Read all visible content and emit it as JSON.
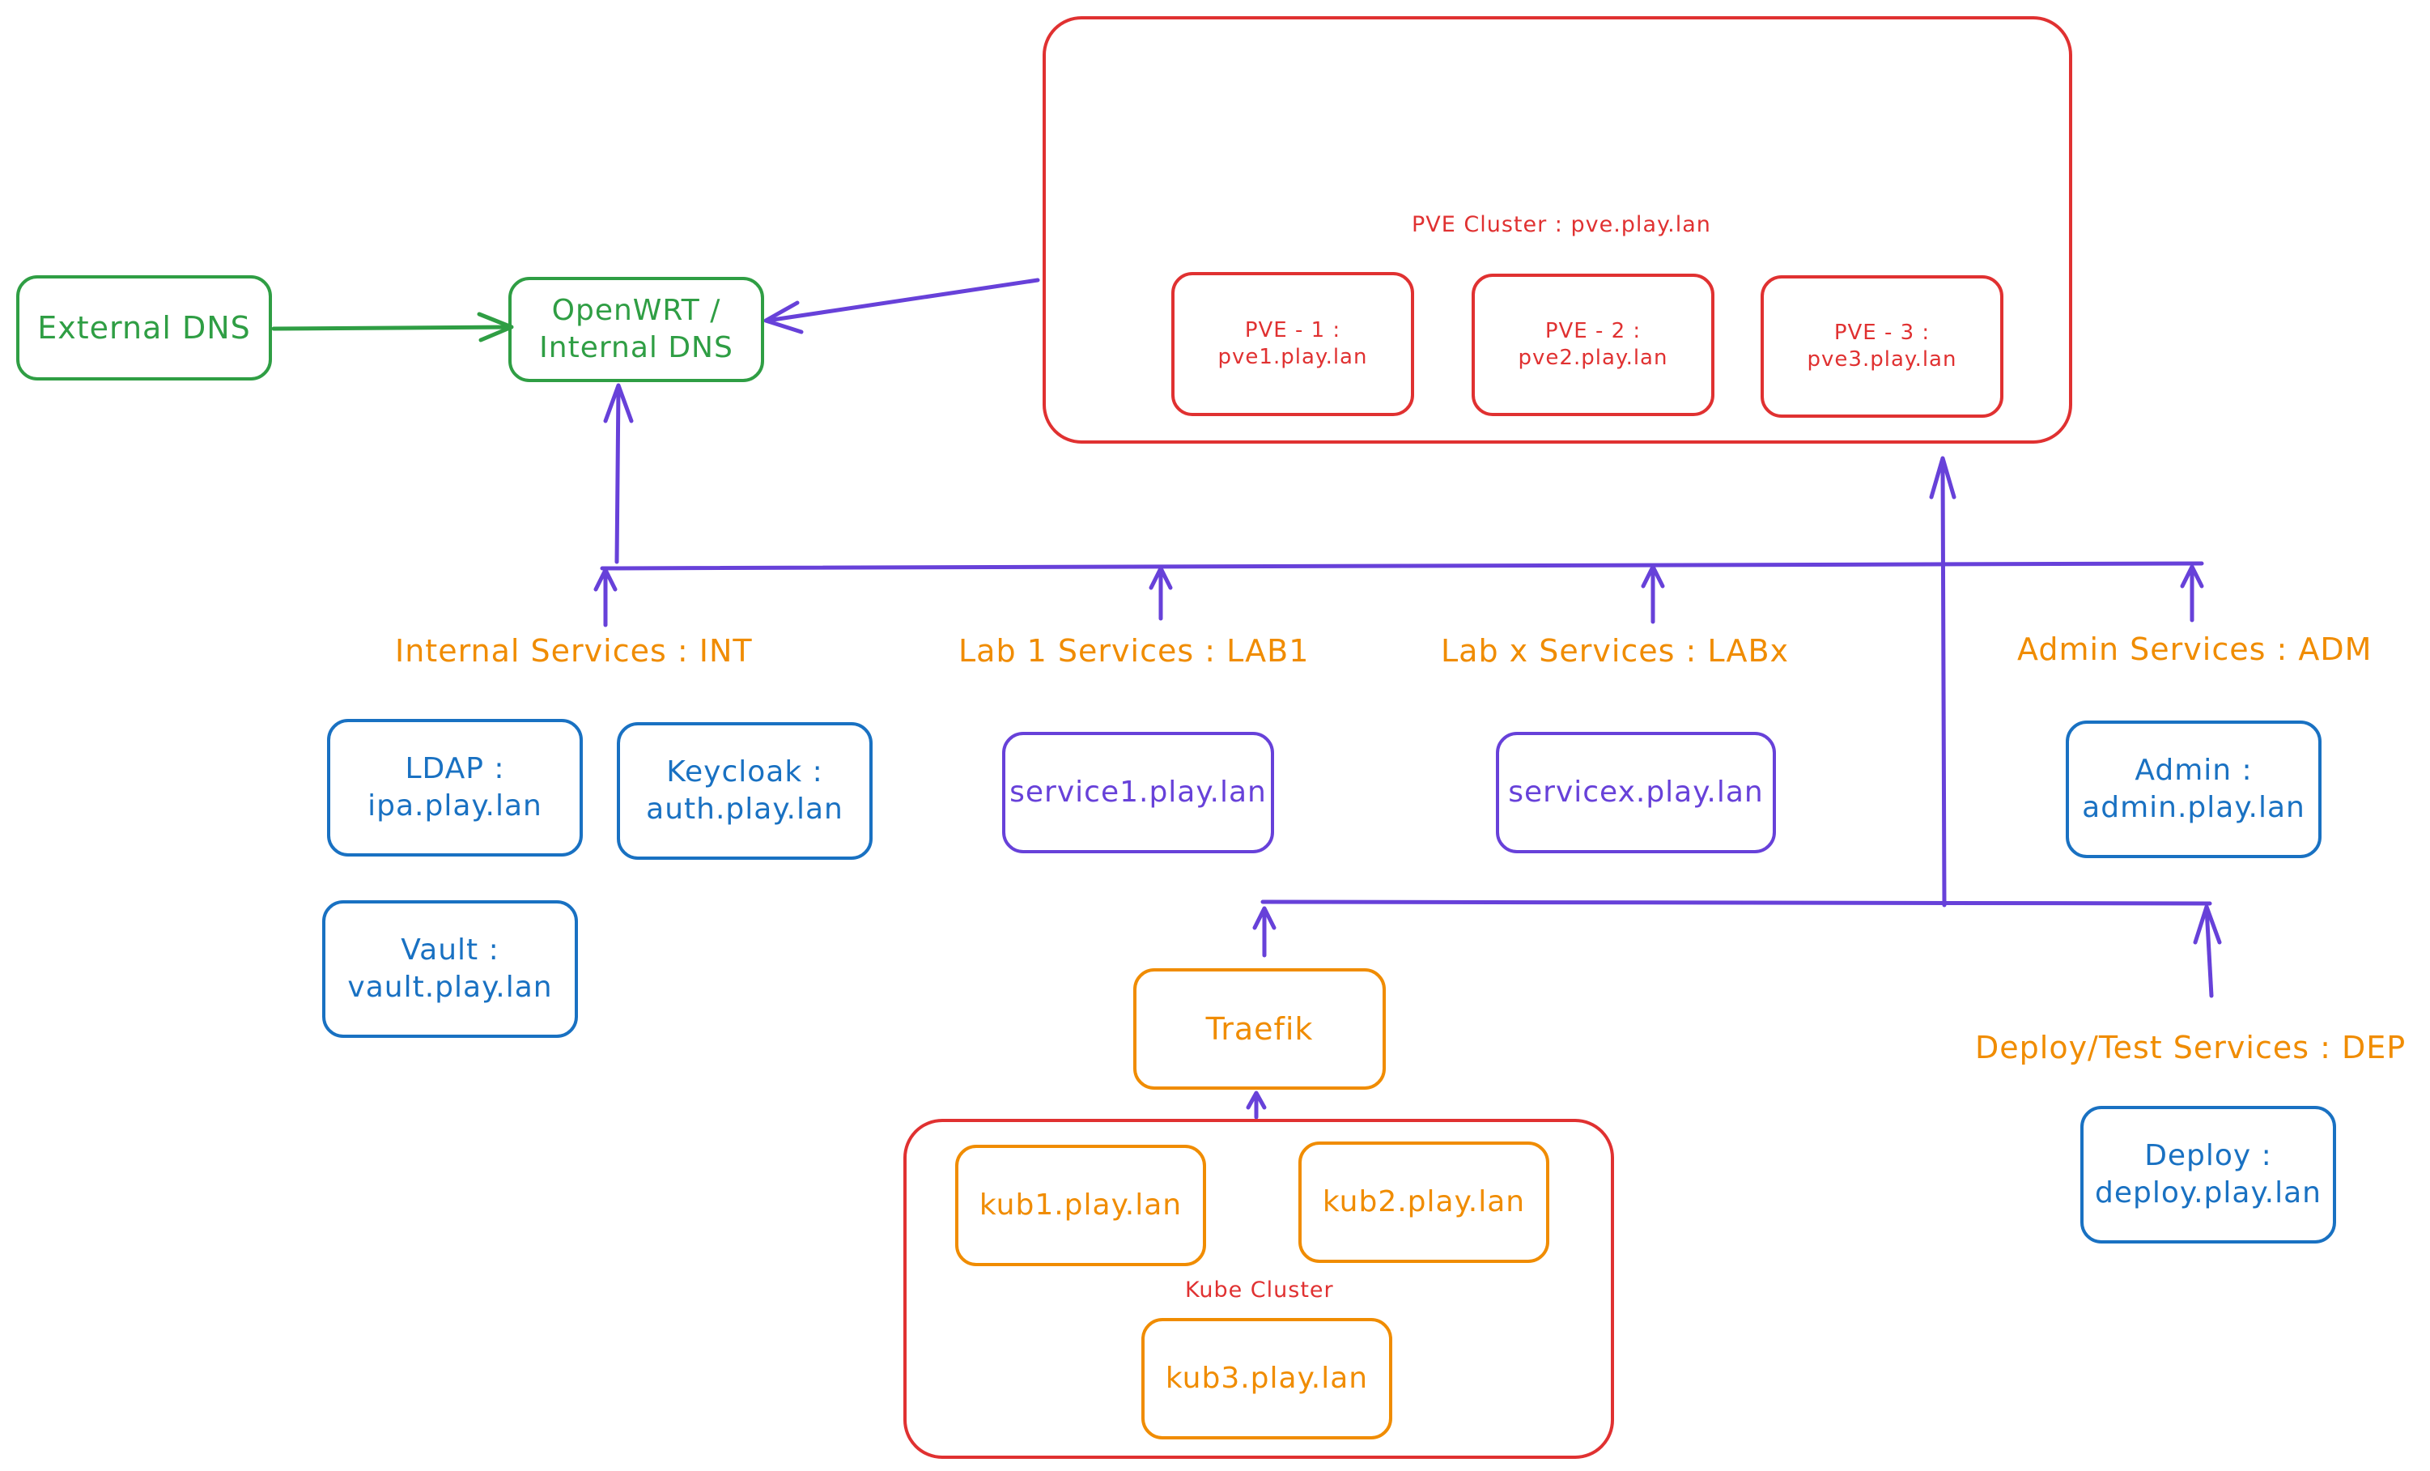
{
  "dns": {
    "external": "External DNS",
    "internal": "OpenWRT /\nInternal DNS"
  },
  "pve": {
    "cluster_label": "PVE Cluster : pve.play.lan",
    "nodes": [
      "PVE - 1 :\npve1.play.lan",
      "PVE - 2 :\npve2.play.lan",
      "PVE - 3 :\npve3.play.lan"
    ]
  },
  "groups": {
    "int": "Internal Services : INT",
    "lab1": "Lab 1 Services : LAB1",
    "labx": "Lab x Services : LABx",
    "adm": "Admin Services : ADM",
    "dep": "Deploy/Test Services : DEP"
  },
  "services": {
    "ldap": "LDAP :\nipa.play.lan",
    "keycloak": "Keycloak :\nauth.play.lan",
    "vault": "Vault :\nvault.play.lan",
    "service1": "service1.play.lan",
    "servicex": "servicex.play.lan",
    "admin": "Admin :\nadmin.play.lan",
    "deploy": "Deploy :\ndeploy.play.lan"
  },
  "kube": {
    "traefik": "Traefik",
    "cluster_label": "Kube Cluster",
    "nodes": [
      "kub1.play.lan",
      "kub2.play.lan",
      "kub3.play.lan"
    ]
  },
  "colors": {
    "dns": "#2f9e44",
    "cluster": "#e03131",
    "service_box": "#1971c2",
    "lab_box": "#6741d9",
    "group_label": "#f08c00",
    "connector": "#6741d9"
  }
}
